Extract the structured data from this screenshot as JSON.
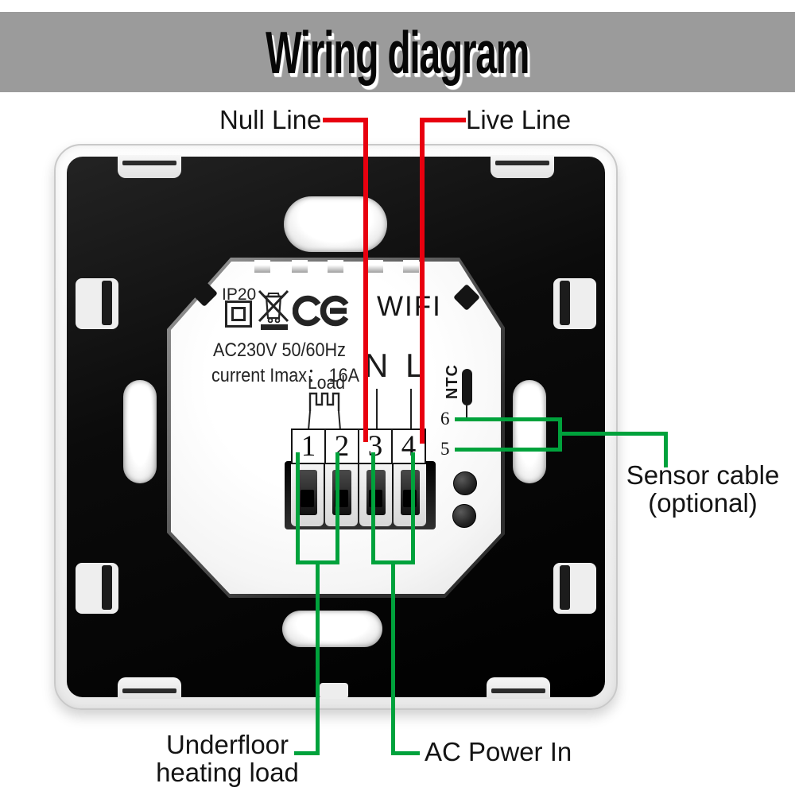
{
  "title": "Wiring diagram",
  "annotations": {
    "null_line": "Null Line",
    "live_line": "Live Line",
    "sensor_cable_line1": "Sensor cable",
    "sensor_cable_line2": "(optional)",
    "underfloor_line1": "Underfloor",
    "underfloor_line2": "heating load",
    "ac_power": "AC Power In"
  },
  "device": {
    "ip20": "IP20",
    "ce_mark": "CE",
    "wifi": "WIFI",
    "voltage": "AC230V 50/60Hz",
    "current": "current Imax：  16A",
    "load": "Load",
    "n": "N",
    "l": "L",
    "ntc": "NTC",
    "terminals": [
      "1",
      "2",
      "3",
      "4"
    ],
    "sensor_pins": [
      "6",
      "5"
    ]
  },
  "icons": {
    "weee": "crossed-out-wheelie-bin",
    "ip20_symbol": "square-in-square-enclosure",
    "heating_element": "resistive-load-comb",
    "alignment_marks": "black-diamond",
    "screws": "terminal-screws"
  },
  "colors": {
    "banner_gray": "#9b9b9b",
    "wire_red": "#e8000f",
    "wire_green": "#00a23c",
    "panel_black": "#0b0b0b",
    "plate_white": "#fbfbfb"
  }
}
